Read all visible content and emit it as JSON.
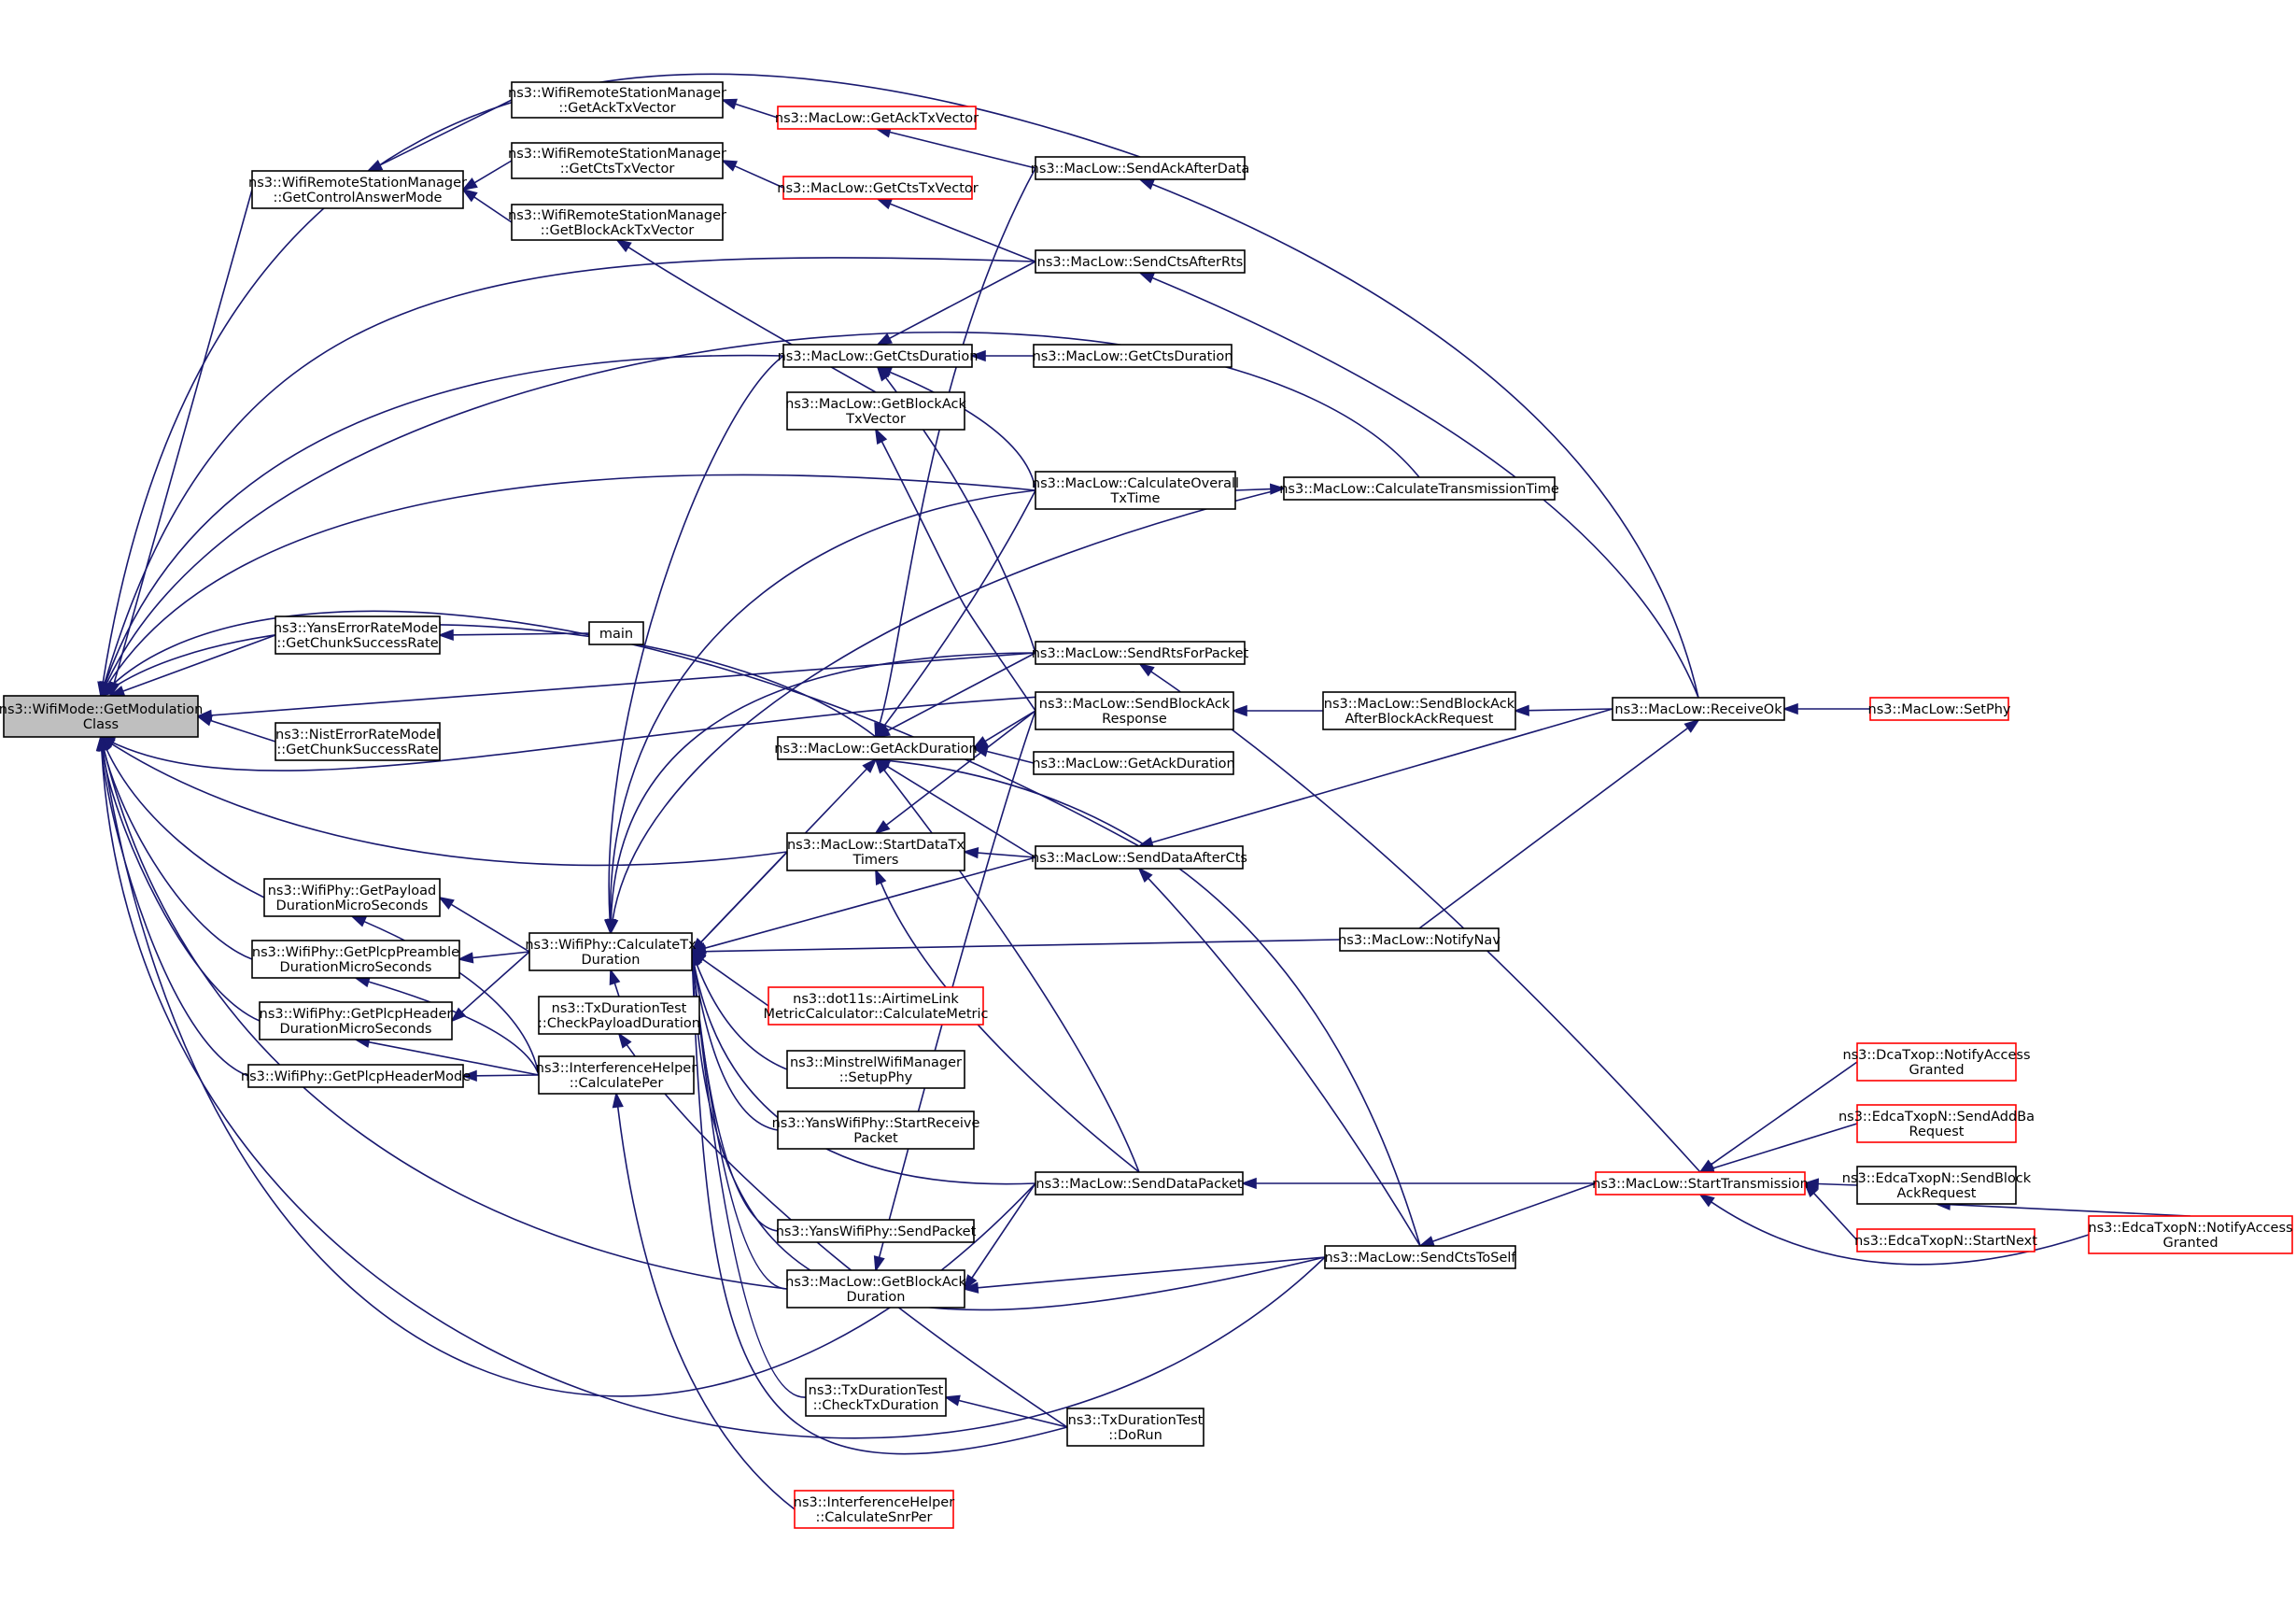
{
  "colors": {
    "edge": "#191970",
    "node_border": "#000000",
    "truncated_border": "#ff0000",
    "root_fill": "#bfbfbf",
    "node_fill": "#ffffff"
  },
  "nodes": {
    "root": [
      "ns3::WifiMode::GetModulation",
      "Class"
    ],
    "getAckTxVector": [
      "ns3::WifiRemoteStationManager",
      "::GetAckTxVector"
    ],
    "getCtsTxVector": [
      "ns3::WifiRemoteStationManager",
      "::GetCtsTxVector"
    ],
    "getBlockAckTxVectorMgr": [
      "ns3::WifiRemoteStationManager",
      "::GetBlockAckTxVector"
    ],
    "getControlAnswerMode": [
      "ns3::WifiRemoteStationManager",
      "::GetControlAnswerMode"
    ],
    "macGetAckTxVector": [
      "ns3::MacLow::GetAckTxVector"
    ],
    "macGetCtsTxVector": [
      "ns3::MacLow::GetCtsTxVector"
    ],
    "sendAckAfterData": [
      "ns3::MacLow::SendAckAfterData"
    ],
    "sendCtsAfterRts": [
      "ns3::MacLow::SendCtsAfterRts"
    ],
    "getCtsDurationA": [
      "ns3::MacLow::GetCtsDuration"
    ],
    "getCtsDurationB": [
      "ns3::MacLow::GetCtsDuration"
    ],
    "getBlockAckTxVector": [
      "ns3::MacLow::GetBlockAck",
      "TxVector"
    ],
    "calculateOverall": [
      "ns3::MacLow::CalculateOverall",
      "TxTime"
    ],
    "calcTransmissionTime": [
      "ns3::MacLow::CalculateTransmissionTime"
    ],
    "yansChunk": [
      "ns3::YansErrorRateModel",
      "::GetChunkSuccessRate"
    ],
    "main": [
      "main"
    ],
    "sendRtsForPacket": [
      "ns3::MacLow::SendRtsForPacket"
    ],
    "nistChunk": [
      "ns3::NistErrorRateModel",
      "::GetChunkSuccessRate"
    ],
    "sendBlockAckResponse": [
      "ns3::MacLow::SendBlockAck",
      "Response"
    ],
    "sendBlockAckAfterReq": [
      "ns3::MacLow::SendBlockAck",
      "AfterBlockAckRequest"
    ],
    "receiveOk": [
      "ns3::MacLow::ReceiveOk"
    ],
    "setPhy": [
      "ns3::MacLow::SetPhy"
    ],
    "getAckDurationA": [
      "ns3::MacLow::GetAckDuration"
    ],
    "getAckDurationB": [
      "ns3::MacLow::GetAckDuration"
    ],
    "startDataTxTimers": [
      "ns3::MacLow::StartDataTx",
      "Timers"
    ],
    "sendDataAfterCts": [
      "ns3::MacLow::SendDataAfterCts"
    ],
    "payloadDuration": [
      "ns3::WifiPhy::GetPayload",
      "DurationMicroSeconds"
    ],
    "preambleDuration": [
      "ns3::WifiPhy::GetPlcpPreamble",
      "DurationMicroSeconds"
    ],
    "calculateTxDuration": [
      "ns3::WifiPhy::CalculateTx",
      "Duration"
    ],
    "notifyNav": [
      "ns3::MacLow::NotifyNav"
    ],
    "headerDuration": [
      "ns3::WifiPhy::GetPlcpHeader",
      "DurationMicroSeconds"
    ],
    "checkPayloadDuration": [
      "ns3::TxDurationTest",
      "::CheckPayloadDuration"
    ],
    "airtime": [
      "ns3::dot11s::AirtimeLink",
      "MetricCalculator::CalculateMetric"
    ],
    "plcpHeaderMode": [
      "ns3::WifiPhy::GetPlcpHeaderMode"
    ],
    "calculatePer": [
      "ns3::InterferenceHelper",
      "::CalculatePer"
    ],
    "minstrel": [
      "ns3::MinstrelWifiManager",
      "::SetupPhy"
    ],
    "dcaNotify": [
      "ns3::DcaTxop::NotifyAccess",
      "Granted"
    ],
    "startReceive": [
      "ns3::YansWifiPhy::StartReceive",
      "Packet"
    ],
    "sendAddBa": [
      "ns3::EdcaTxopN::SendAddBa",
      "Request"
    ],
    "sendDataPacket": [
      "ns3::MacLow::SendDataPacket"
    ],
    "startTransmission": [
      "ns3::MacLow::StartTransmission"
    ],
    "edcaSendBlockAck": [
      "ns3::EdcaTxopN::SendBlock",
      "AckRequest"
    ],
    "edcaNotify": [
      "ns3::EdcaTxopN::NotifyAccess",
      "Granted"
    ],
    "startNext": [
      "ns3::EdcaTxopN::StartNext"
    ],
    "yansSendPacket": [
      "ns3::YansWifiPhy::SendPacket"
    ],
    "sendCtsToSelf": [
      "ns3::MacLow::SendCtsToSelf"
    ],
    "getBlockAckDuration": [
      "ns3::MacLow::GetBlockAck",
      "Duration"
    ],
    "checkTxDuration": [
      "ns3::TxDurationTest",
      "::CheckTxDuration"
    ],
    "doRun": [
      "ns3::TxDurationTest",
      "::DoRun"
    ],
    "calcSnrPer": [
      "ns3::InterferenceHelper",
      "::CalculateSnrPer"
    ]
  }
}
